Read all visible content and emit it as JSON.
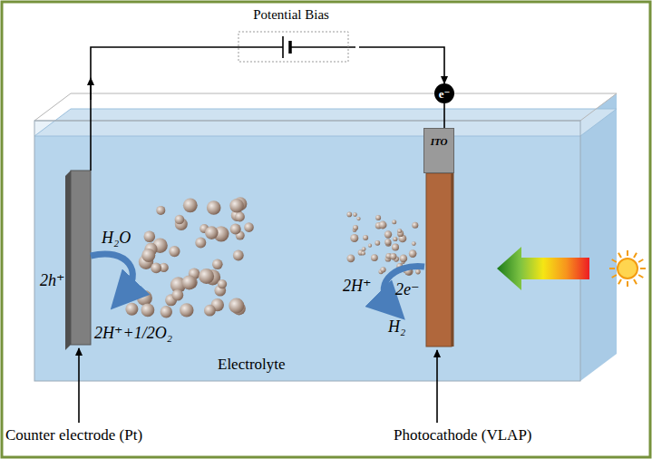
{
  "diagram": {
    "nodes": [
      {
        "text": [
          "Potential Bias"
        ]
      },
      {
        "text": [
          "e⁻"
        ]
      },
      {
        "text": [
          "ITO"
        ]
      }
    ],
    "edges": [
      {
        "from": 0,
        "to": 1,
        "arrow": "to"
      },
      {
        "from": 1,
        "to": 2,
        "arrow": "none"
      }
    ],
    "labels": [
      "H₂O",
      "2h⁺",
      "2H⁺+1/2O₂",
      "Electrolyte",
      "2H⁺",
      "2e⁻",
      "H₂",
      "Counter electrode (Pt)",
      "Photocathode (VLAP)"
    ]
  }
}
